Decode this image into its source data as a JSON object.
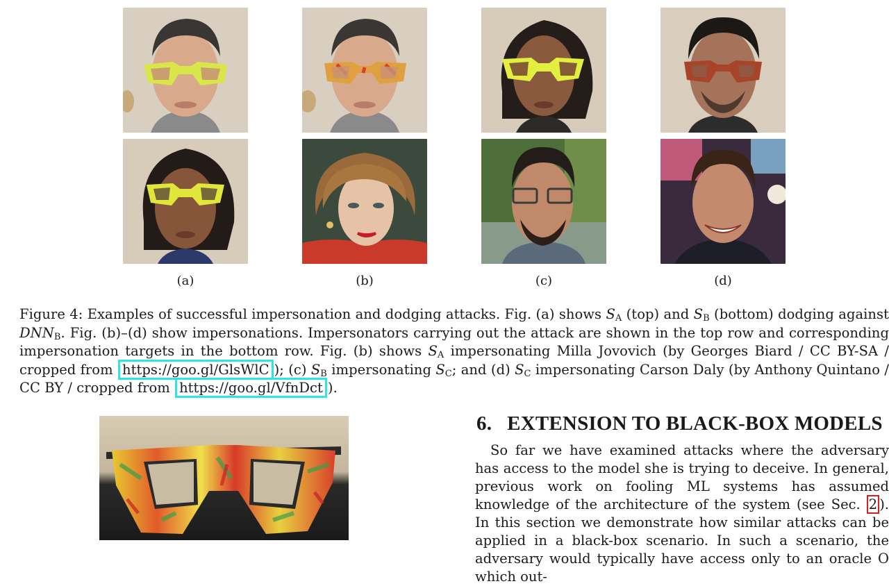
{
  "figure": {
    "sublabels": [
      "(a)",
      "(b)",
      "(c)",
      "(d)"
    ],
    "caption": {
      "p1": "Figure 4: Examples of successful impersonation and dodging attacks. Fig. (a) shows ",
      "sa": "S",
      "sa_sub": "A",
      "p2": " (top) and ",
      "sb": "S",
      "sb_sub": "B",
      "p3": " (bottom) dodging against ",
      "dnn": "DNN",
      "dnn_sub": "B",
      "p4": ". Fig. (b)–(d) show impersonations. Impersonators carrying out the attack are shown in the top row and corresponding impersonation targets in the bottom row. Fig. (b) shows ",
      "sa2": "S",
      "sa2_sub": "A",
      "p5": " impersonating Milla Jovovich (by Georges Biard / CC BY-SA / cropped from ",
      "url1": "https://goo.gl/GlsWlC",
      "p6": "); (c) ",
      "sb2": "S",
      "sb2_sub": "B",
      "p7": " impersonating ",
      "sc": "S",
      "sc_sub": "C",
      "p8": "; and (d) ",
      "sc2": "S",
      "sc2_sub": "C",
      "p9": " impersonating Carson Daly (by Anthony Quintano / CC BY / cropped from ",
      "url2": "https://goo.gl/VfnDct",
      "p10": ")."
    }
  },
  "section": {
    "number": "6.",
    "title": "EXTENSION TO BLACK-BOX MODELS",
    "body_a": "So far we have examined attacks where the adversary has access to the model she is trying to deceive. In general, previous work on fooling ML systems has assumed knowledge of the architecture of the system (see Sec. ",
    "ref": "2",
    "body_b": "). In this section we demonstrate how similar attacks can be applied in a black-box scenario. In such a scenario, the adversary would typically have access only to an oracle O which out-"
  },
  "colors": {
    "url_box": "#2ee4e4",
    "ref_box": "#d42020"
  }
}
